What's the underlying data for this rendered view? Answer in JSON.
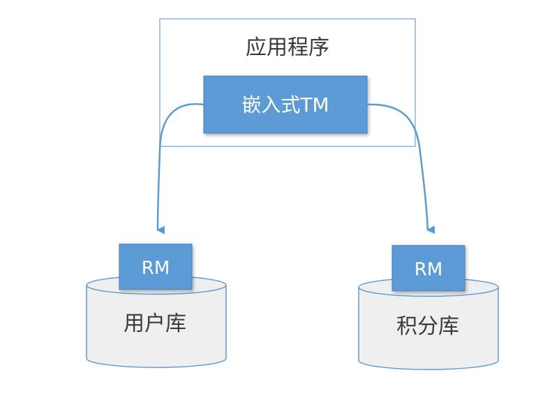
{
  "app": {
    "title": "应用程序",
    "tm_label": "嵌入式TM"
  },
  "databases": [
    {
      "rm_label": "RM",
      "name": "用户库"
    },
    {
      "rm_label": "RM",
      "name": "积分库"
    }
  ],
  "colors": {
    "box_fill": "#5b9bd5",
    "box_border": "#3f7fbf",
    "arrow": "#5b9bd5",
    "app_border": "#8eb4dc",
    "app_fill": "#ffffff",
    "cylinder_fill": "#efeff0",
    "cylinder_stroke": "#5b9bd5",
    "text_dark": "#3a3a3a",
    "text_light": "#ffffff"
  }
}
